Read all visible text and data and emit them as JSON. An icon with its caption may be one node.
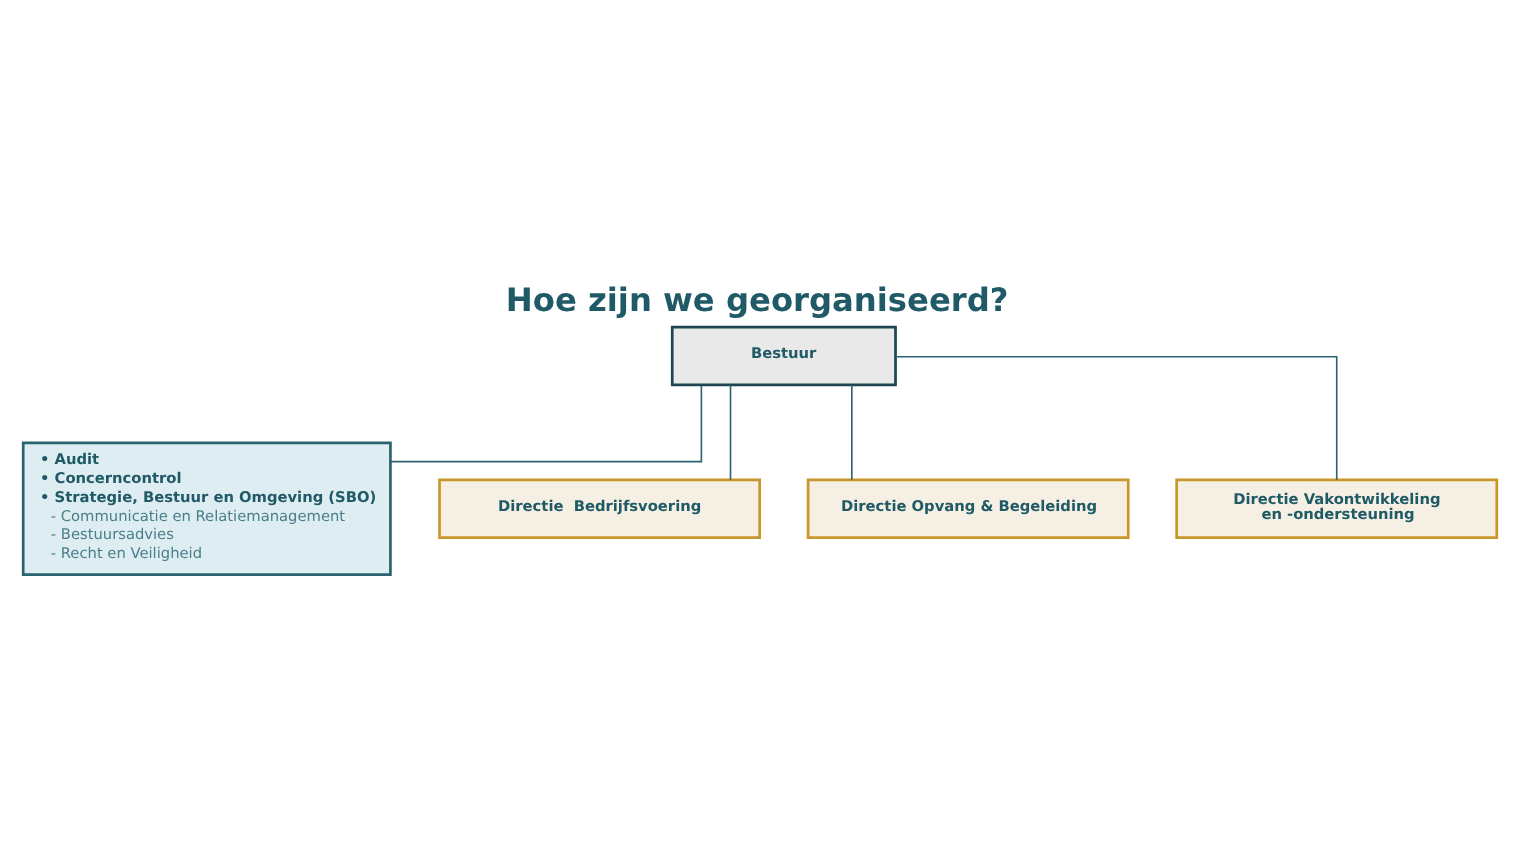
{
  "diagram": {
    "title": "Hoe zijn we georganiseerd?",
    "nodes": [
      {
        "text": [
          "Bestuur"
        ]
      },
      {
        "text": [
          "• Audit",
          "• Concerncontrol",
          "• Strategie, Bestuur en Omgeving (SBO)",
          "- Communicatie en Relatiemanagement",
          "- Bestuursadvies",
          "- Recht en Veiligheid"
        ]
      },
      {
        "text": [
          "Directie  Bedrijfsvoering"
        ]
      },
      {
        "text": [
          "Directie Opvang & Begeleiding"
        ]
      },
      {
        "text": [
          "Directie Vakontwikkeling en -ondersteuning"
        ]
      }
    ],
    "edges": [
      {
        "from": 0,
        "to": 1,
        "arrow": "none"
      },
      {
        "from": 0,
        "to": 2,
        "arrow": "none"
      },
      {
        "from": 0,
        "to": 3,
        "arrow": "none"
      },
      {
        "from": 0,
        "to": 4,
        "arrow": "none"
      }
    ]
  }
}
